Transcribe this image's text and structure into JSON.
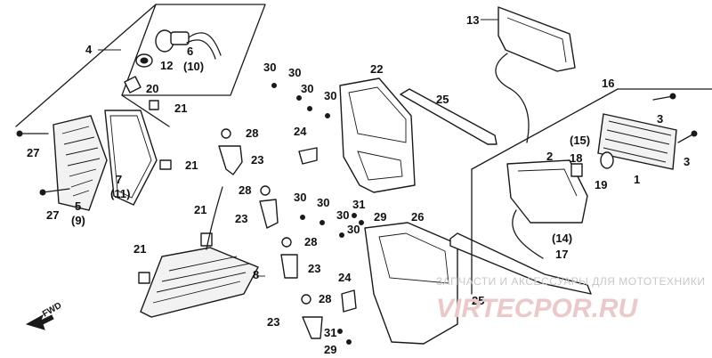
{
  "labels": {
    "l1": "1",
    "l2": "2",
    "l3a": "3",
    "l3b": "3",
    "l4": "4",
    "l5": "5",
    "l9": "(9)",
    "l6": "6",
    "l10": "(10)",
    "l7": "7",
    "l11": "(11)",
    "l8": "8",
    "l12": "12",
    "l13": "13",
    "l14": "(14)",
    "l15": "(15)",
    "l16": "16",
    "l17": "17",
    "l18": "18",
    "l19": "19",
    "l20": "20",
    "l21a": "21",
    "l21b": "21",
    "l21c": "21",
    "l21d": "21",
    "l22": "22",
    "l23a": "23",
    "l23b": "23",
    "l23c": "23",
    "l23d": "23",
    "l24a": "24",
    "l24b": "24",
    "l25a": "25",
    "l25b": "25",
    "l26": "26",
    "l27a": "27",
    "l27b": "27",
    "l28a": "28",
    "l28b": "28",
    "l28c": "28",
    "l28d": "28",
    "l29a": "29",
    "l29b": "29",
    "l30a": "30",
    "l30b": "30",
    "l30c": "30",
    "l30d": "30",
    "l30e": "30",
    "l30f": "30",
    "l30g": "30",
    "l31a": "31",
    "l31b": "31"
  },
  "fwd_label": "FWD",
  "watermark": {
    "caption": "ЗАПЧАСТИ И АКСЕССУАРЫ ДЛЯ МОТОТЕХНИКИ",
    "logo": "VIRTECPOR.RU"
  }
}
